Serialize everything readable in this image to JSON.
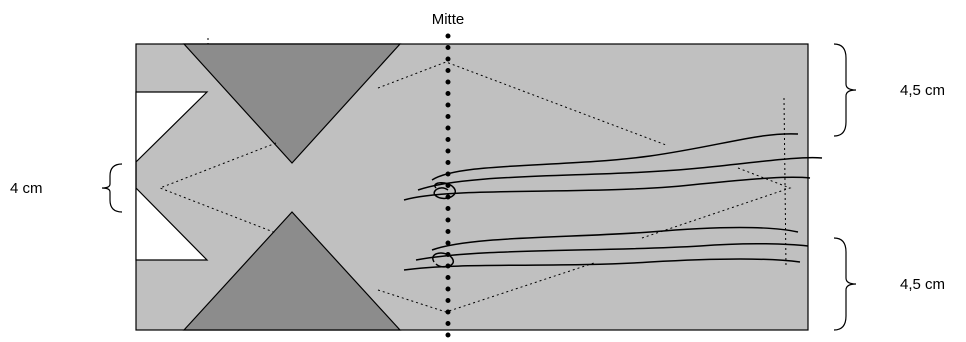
{
  "labels": {
    "center": "Mitte",
    "left_width": "4 cm",
    "top_right": "4,5 cm",
    "bottom_right": "4,5 cm"
  },
  "colors": {
    "panel": "#c0c0c0",
    "triangle": "#8c8c8c",
    "cutout": "#ffffff",
    "line": "#000000"
  }
}
